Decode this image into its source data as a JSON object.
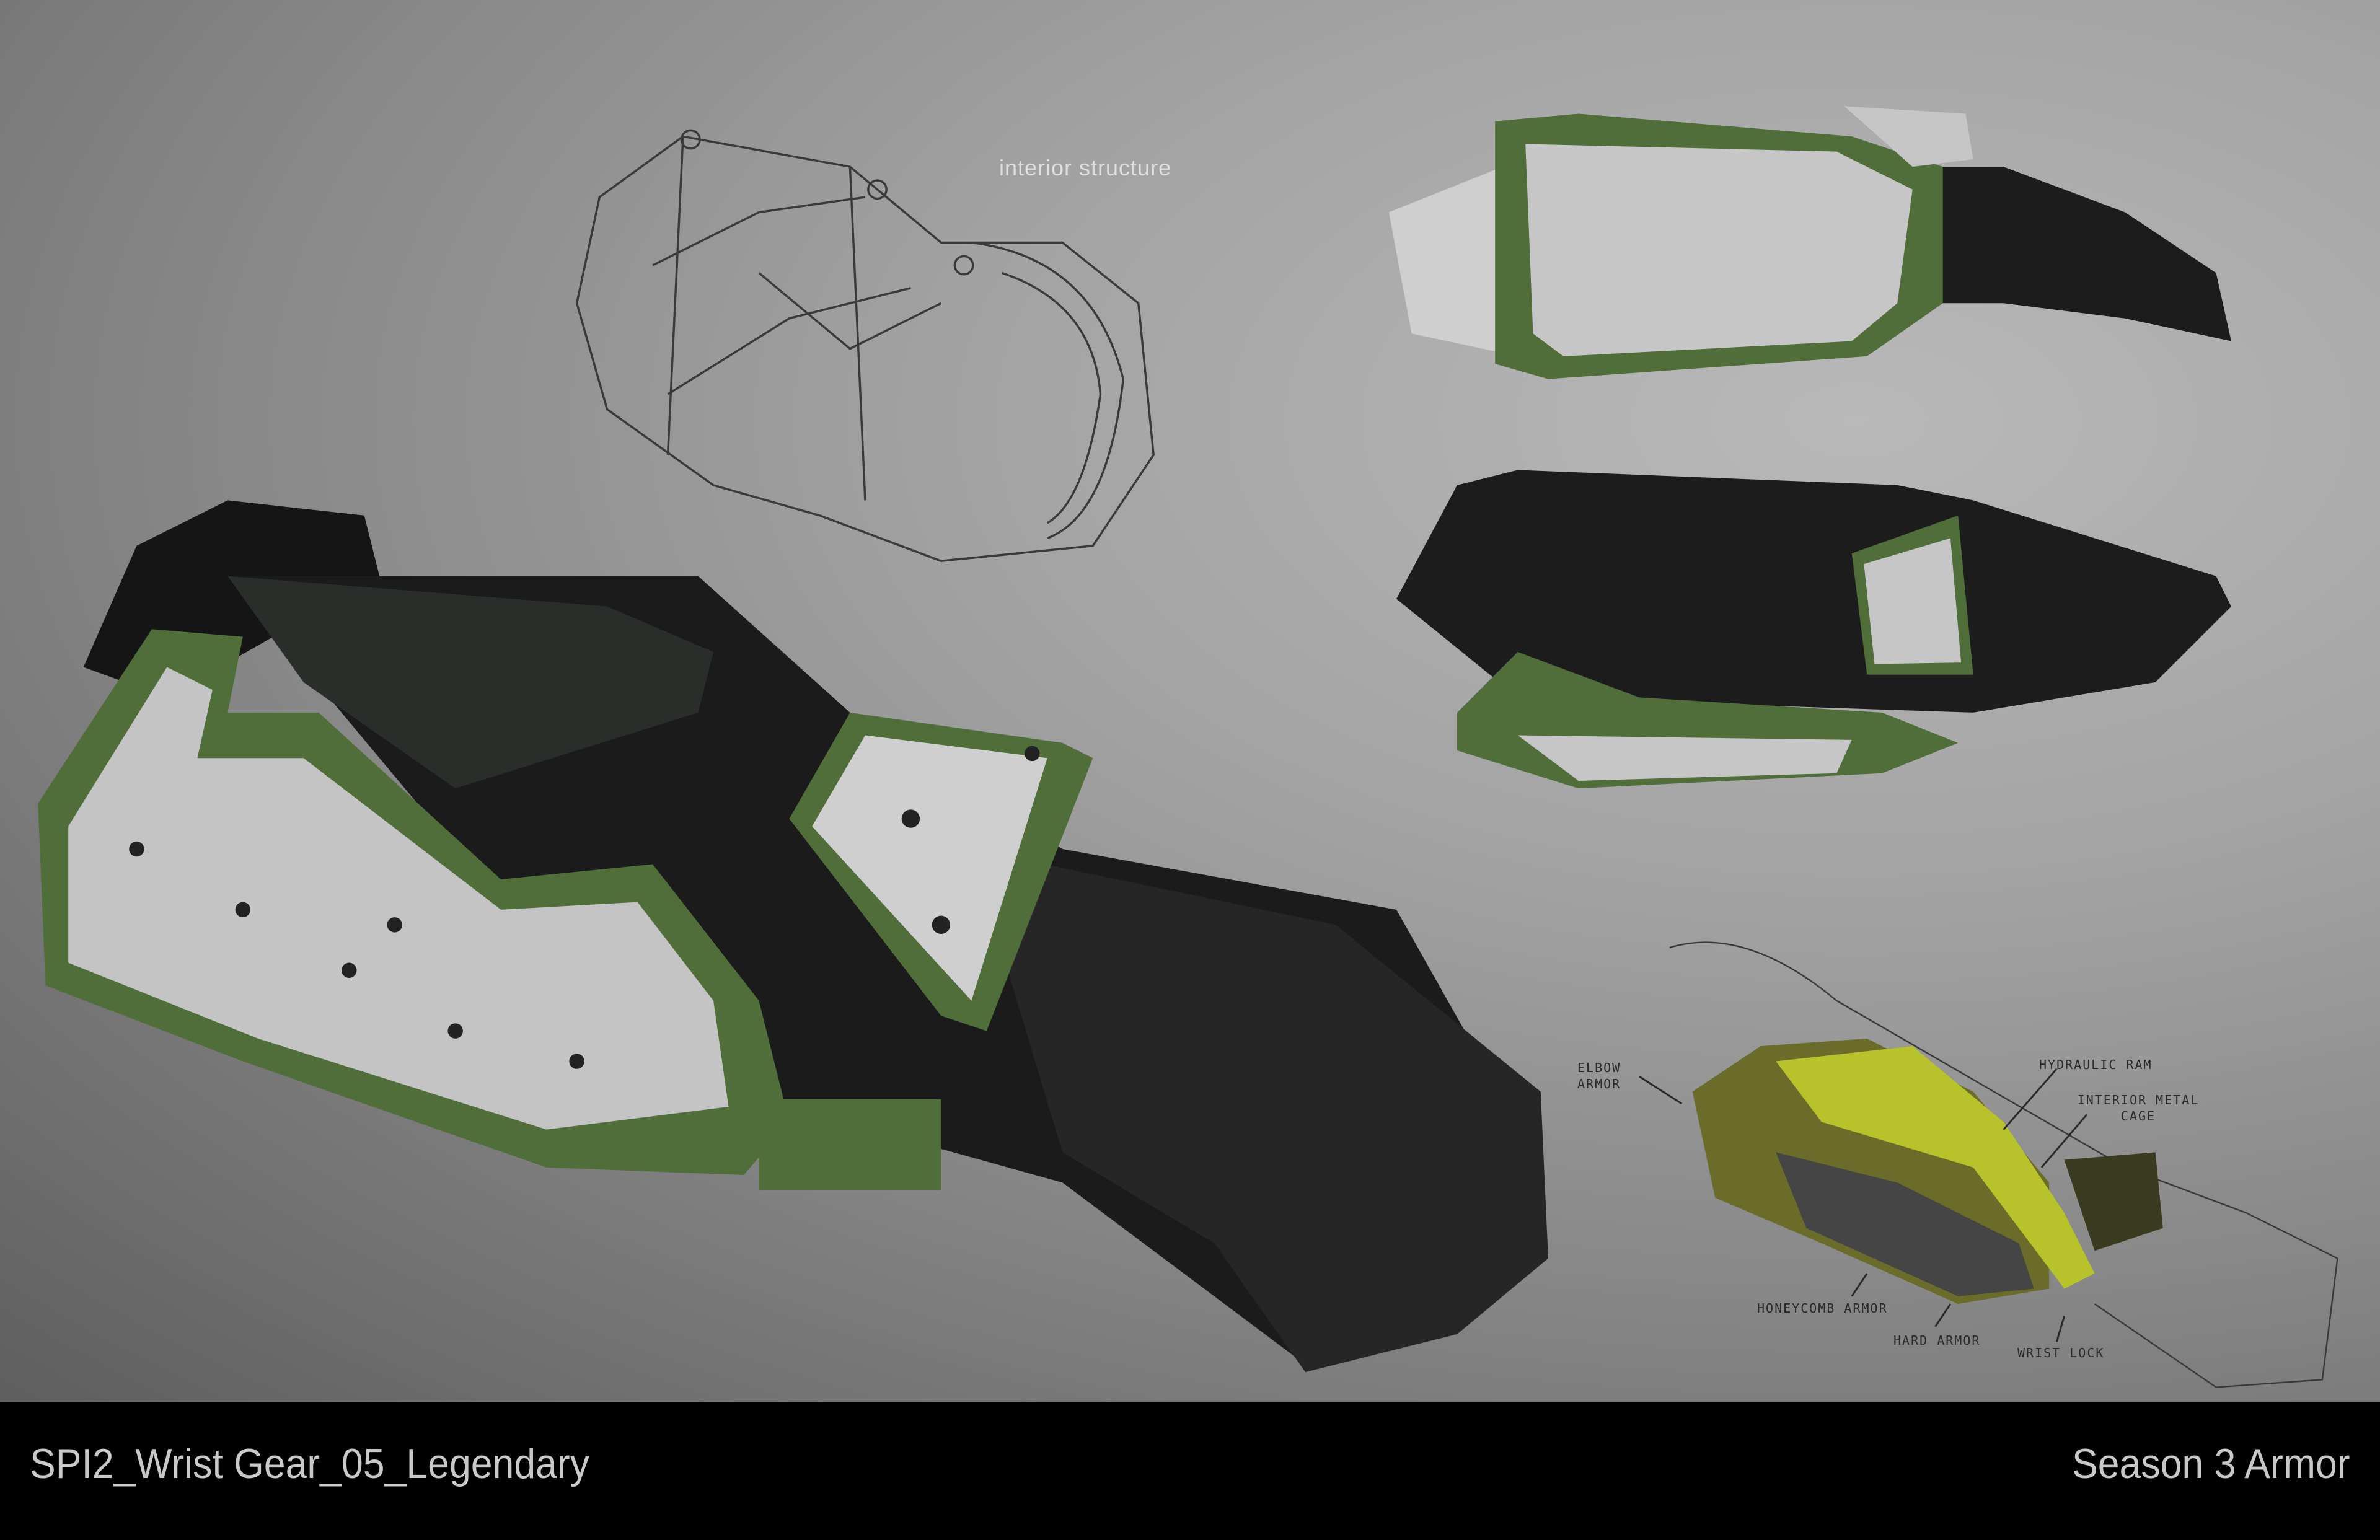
{
  "sheet": {
    "title": "SPI2_Wrist Gear_05_Legendary",
    "collection": "Season 3 Armor"
  },
  "views": {
    "interior_caption": "interior structure"
  },
  "callouts": {
    "elbow_armor": "Elbow Armor",
    "hydraulic_ram": "Hydraulic Ram",
    "interior_metal_cage": "Interior Metal Cage",
    "honeycomb_armor": "Honeycomb Armor",
    "hard_armor": "Hard Armor",
    "wrist_lock": "Wrist Lock"
  },
  "colors": {
    "armor_green": "#4f6e3a",
    "metal": "#c4c4c4",
    "glove_black": "#1e1e1e",
    "sketch_yellow": "#b8c22a",
    "sketch_olive": "#6b6b2a"
  }
}
